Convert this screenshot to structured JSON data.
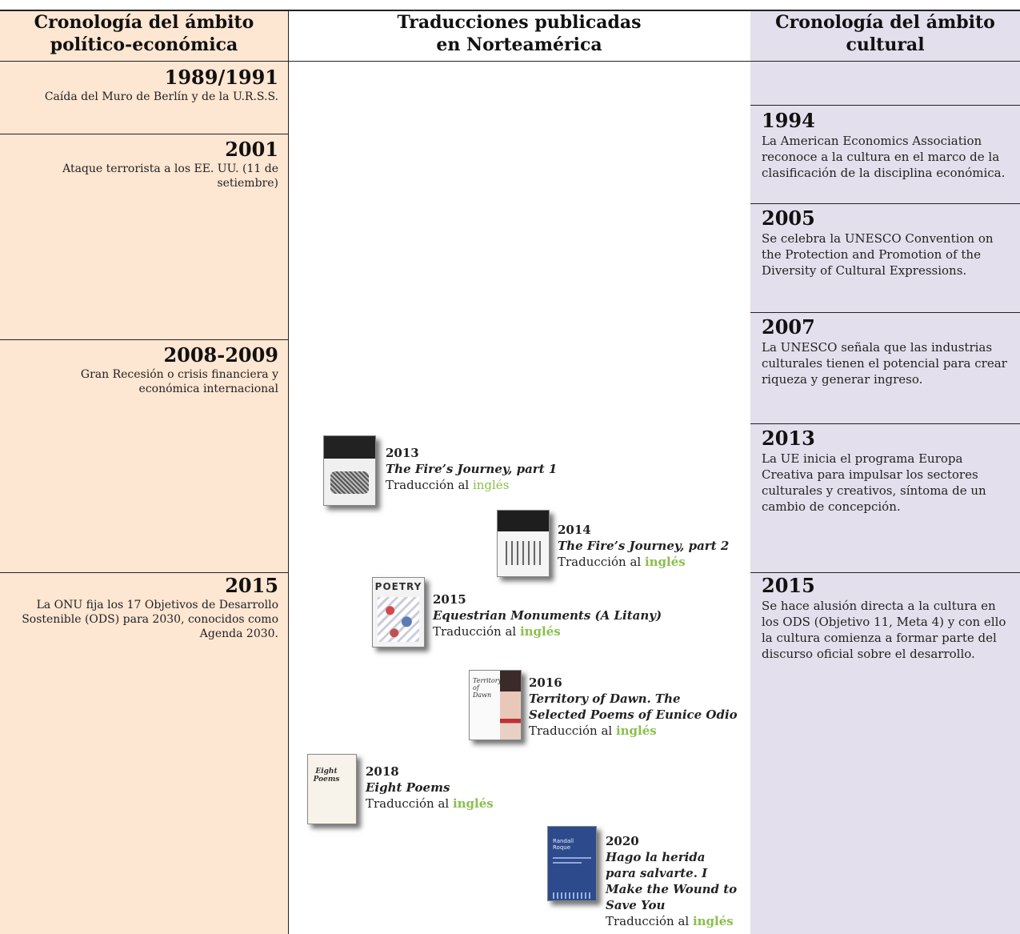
{
  "headers": {
    "left": "Cronología del ámbito político-económica",
    "left_line1": "Cronología del ámbito",
    "left_line2": "político-económica",
    "mid_line1": "Traducciones publicadas",
    "mid_line2": "en Norteamérica",
    "right_line1": "Cronología del ámbito",
    "right_line2": "cultural"
  },
  "left_events": [
    {
      "year": "1989/1991",
      "text": "Caída del Muro de Berlín y de la U.R.S.S."
    },
    {
      "year": "2001",
      "text": "Ataque terrorista a los EE. UU. (11 de setiembre)"
    },
    {
      "year": "2008-2009",
      "text": "Gran Recesión o crisis financiera y económica internacional"
    },
    {
      "year": "2015",
      "text": "La ONU fija los 17 Objetivos de Desarrollo Sostenible (ODS) para 2030, conocidos como Agenda 2030."
    }
  ],
  "right_events": [
    {
      "year": "1994",
      "text": "La American Economics Association reconoce a la cultura en el marco de la clasificación de la disciplina económica."
    },
    {
      "year": "2005",
      "text": "Se celebra la UNESCO Convention on the Protection and Promotion of the Diversity of Cultural Expressions."
    },
    {
      "year": "2007",
      "text": "La UNESCO señala que las industrias culturales tienen el potencial para crear riqueza y generar ingreso."
    },
    {
      "year": "2013",
      "text": "La UE inicia el programa Europa Creativa para impulsar los sectores culturales y creativos, síntoma de un cambio de concepción."
    },
    {
      "year": "2015",
      "text": "Se hace alusión directa a la cultura en los ODS (Objetivo 11, Meta 4) y con ello la cultura comienza a formar parte del discurso oficial sobre el desarrollo."
    }
  ],
  "books": [
    {
      "year": "2013",
      "title": "The Fire’s Journey, part 1",
      "trans_prefix": "Traducción al ",
      "lang": "inglés",
      "cover_color": "#f2f2f2"
    },
    {
      "year": "2014",
      "title": "The Fire’s Journey, part 2",
      "trans_prefix": "Traducción al ",
      "lang": "inglés",
      "cover_color": "#f5f5f5"
    },
    {
      "year": "2015",
      "title": "Equestrian Monuments (A Litany)",
      "trans_prefix": "Traducción al ",
      "lang": "inglés",
      "cover_color": "#f3f3f3",
      "cover_text": "POETRY"
    },
    {
      "year": "2016",
      "title_line1": "Territory of Dawn. The",
      "title_line2": "Selected Poems of Eunice Odio",
      "trans_prefix": "Traducción al ",
      "lang": "inglés",
      "cover_color": "#fafafa",
      "cover_text": "Territory of Dawn"
    },
    {
      "year": "2018",
      "title": "Eight Poems",
      "trans_prefix": "Traducción al ",
      "lang": "inglés",
      "cover_color": "#f7f3ea",
      "cover_text": "Eight Poems"
    },
    {
      "year": "2020",
      "title_line1": "Hago la herida",
      "title_line2": "para salvarte. I",
      "title_line3": "Make the Wound to",
      "title_line4": "Save You",
      "trans_prefix": "Traducción al ",
      "lang": "inglés",
      "cover_color": "#2c4a8c",
      "cover_text": "Randall Roque"
    }
  ],
  "colors": {
    "left_bg": "#fde6d2",
    "right_bg": "#e4dfec",
    "lang_green": "#8bbf4c"
  }
}
